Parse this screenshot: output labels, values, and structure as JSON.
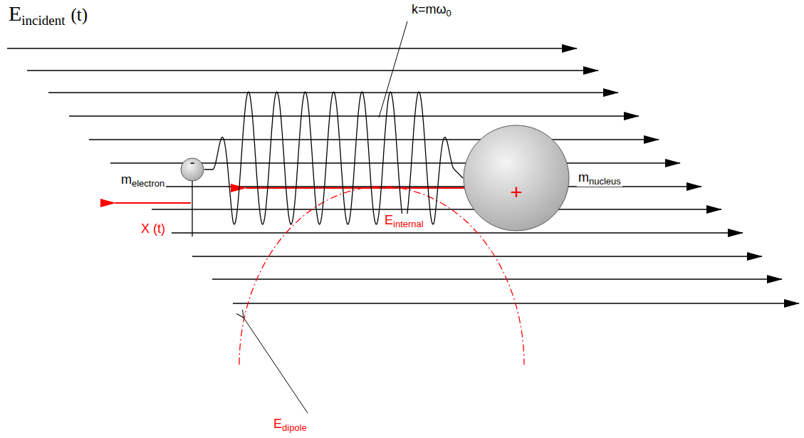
{
  "diagram": {
    "nodes": [
      {
        "text": [
          "-"
        ]
      },
      {
        "text": [
          "+"
        ]
      }
    ],
    "edges": [
      {
        "from": 0,
        "to": 1,
        "arrow": "none"
      }
    ],
    "labels": [
      "E",
      "incident",
      "(t)",
      "k=mω",
      "0",
      "m",
      "electron",
      "m",
      "nucleus",
      "X (t)",
      "E",
      "internal",
      "E",
      "dipole"
    ]
  }
}
